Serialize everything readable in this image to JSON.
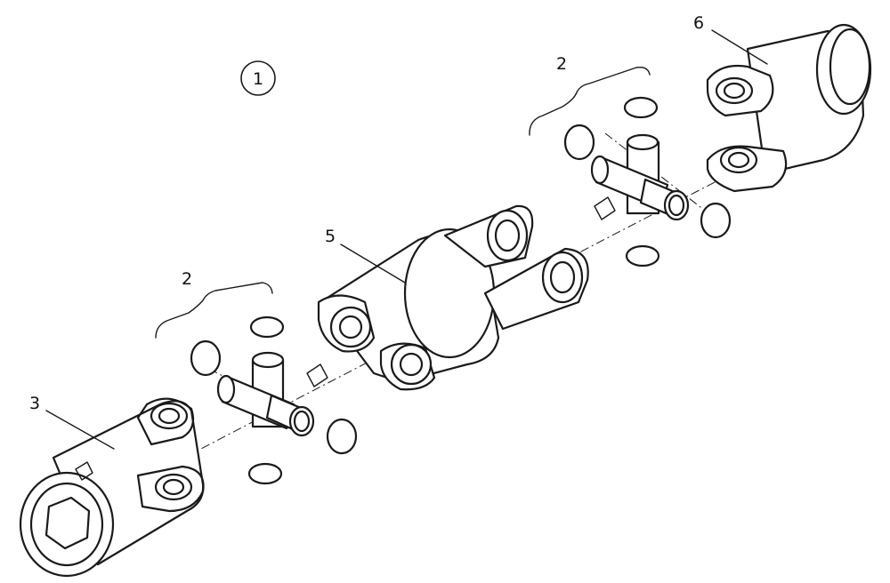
{
  "diagram": {
    "assembly_callout": "1",
    "labels": {
      "cross_kit_left": "2",
      "cross_kit_right": "2",
      "inner_yoke_left": "3",
      "center_double_yoke": "5",
      "outer_yoke_right": "6"
    }
  }
}
